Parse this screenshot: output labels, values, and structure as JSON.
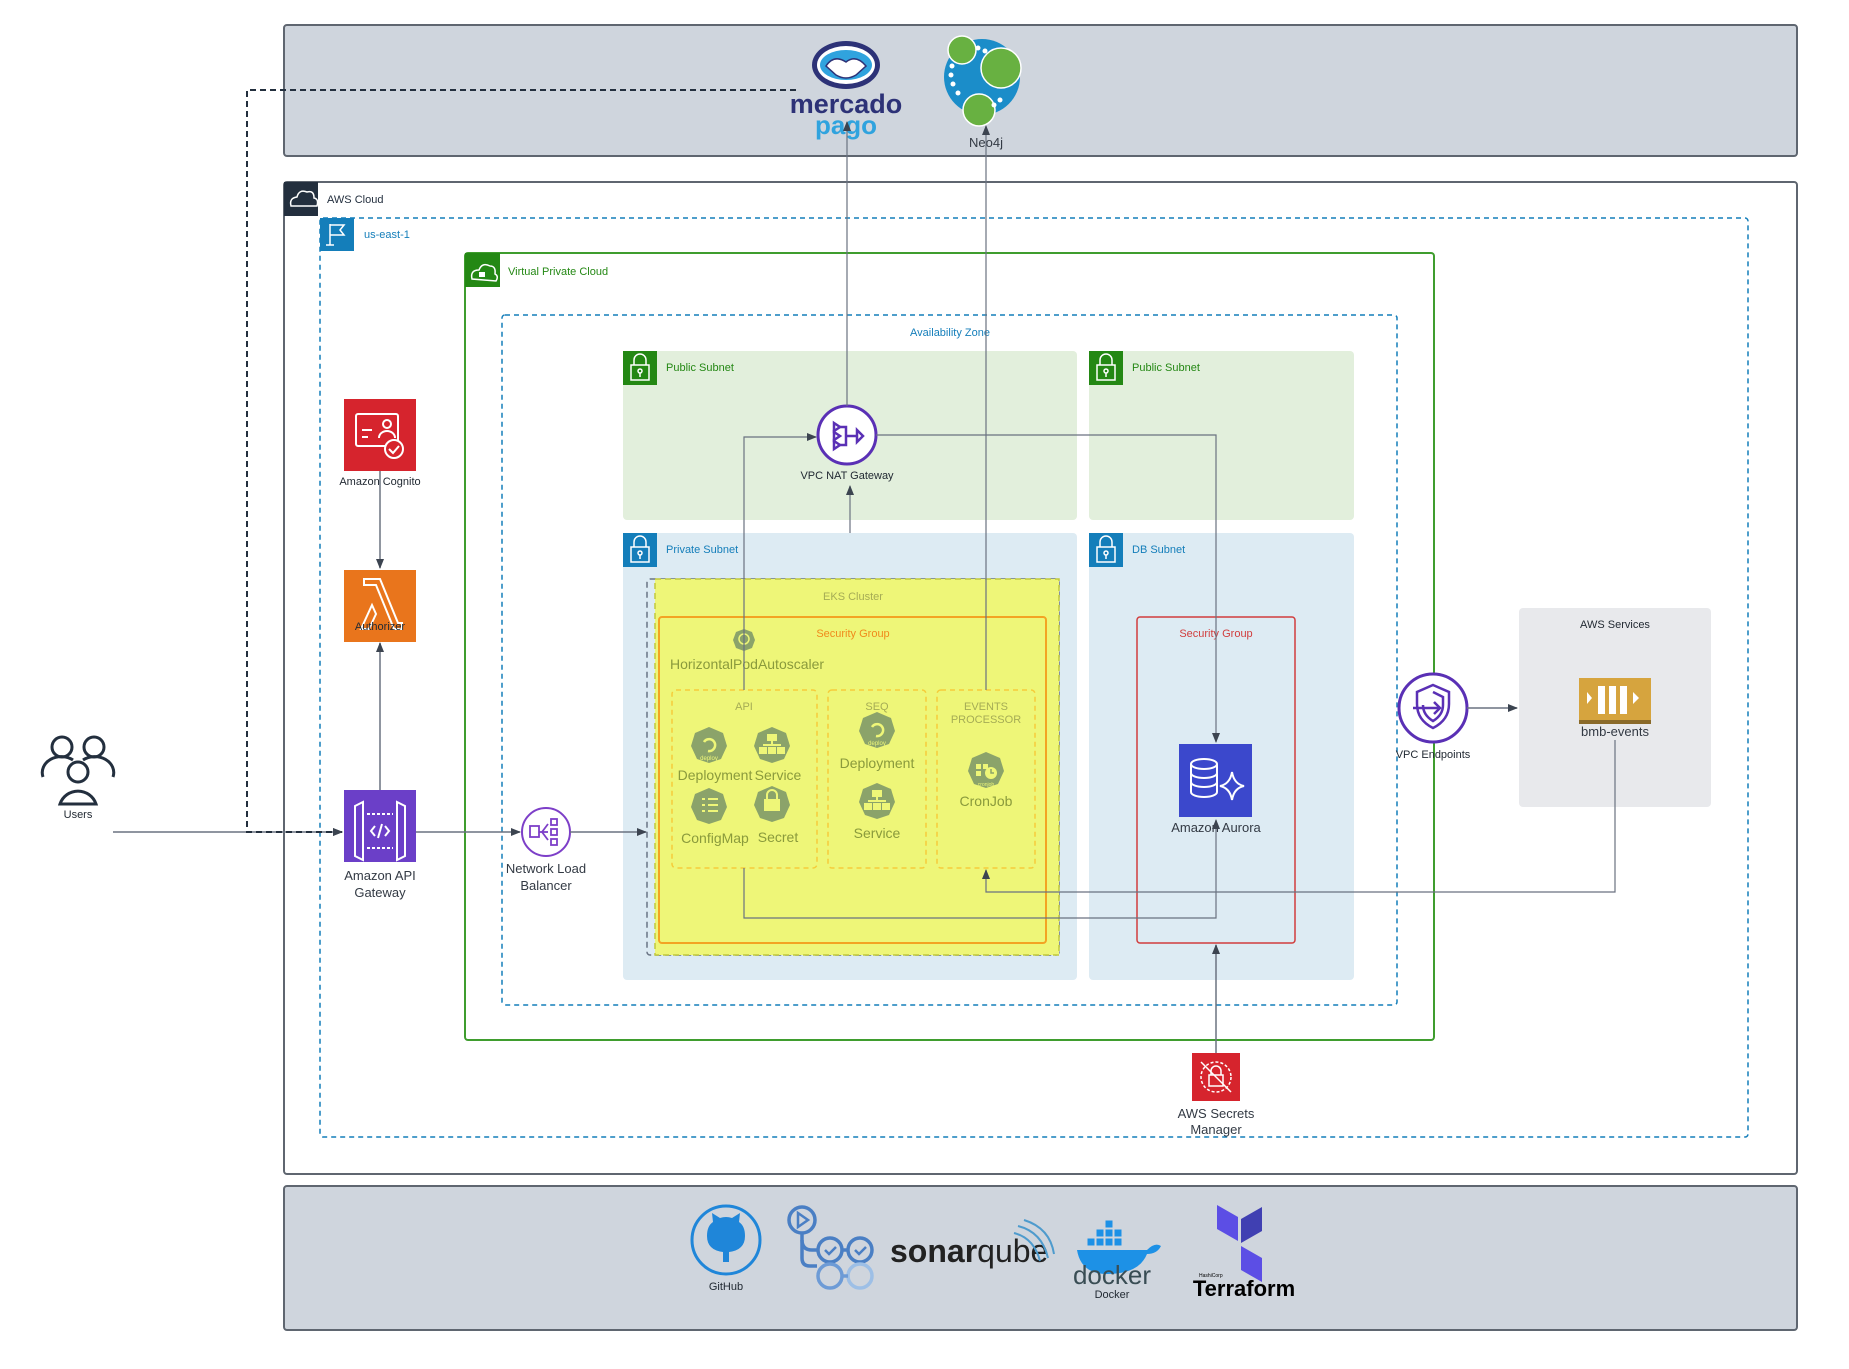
{
  "external": {
    "mercado_pago": {
      "line1": "mercado",
      "line2": "pago"
    },
    "neo4j": {
      "label": "Neo4j"
    }
  },
  "aws_cloud": {
    "label": "AWS Cloud"
  },
  "region": {
    "label": "us-east-1"
  },
  "vpc": {
    "label": "Virtual Private Cloud"
  },
  "availability_zone": {
    "label": "Availability Zone"
  },
  "subnets": {
    "public_1": "Public Subnet",
    "public_2": "Public Subnet",
    "private": "Private Subnet",
    "db": "DB Subnet"
  },
  "nat_gateway": {
    "label": "VPC NAT Gateway"
  },
  "eks": {
    "label": "EKS Cluster",
    "security_group": "Security Group",
    "hpa": "HorizontalPodAutoscaler",
    "namespaces": {
      "api": {
        "title": "API",
        "items": [
          "Deployment",
          "Service",
          "ConfigMap",
          "Secret"
        ]
      },
      "seq": {
        "title": "SEQ",
        "items": [
          "Deployment",
          "Service"
        ]
      },
      "events": {
        "title_line1": "EVENTS",
        "title_line2": "PROCESSOR",
        "items": [
          "CronJob"
        ]
      }
    },
    "icon_captions": {
      "deploy": "deploy",
      "cronjob": "cronjob",
      "hpa": "hpa"
    }
  },
  "db": {
    "security_group": "Security Group",
    "aurora": "Amazon Aurora"
  },
  "edge": {
    "users": "Users",
    "cognito": "Amazon Cognito",
    "authorizer": "Authorizer",
    "api_gateway_line1": "Amazon API",
    "api_gateway_line2": "Gateway",
    "nlb_line1": "Network Load",
    "nlb_line2": "Balancer"
  },
  "secrets_manager": {
    "line1": "AWS Secrets",
    "line2": "Manager"
  },
  "vpc_endpoints": {
    "label": "VPC Endpoints"
  },
  "aws_services": {
    "title": "AWS Services",
    "queue": "bmb-events"
  },
  "tooling": {
    "github": "GitHub",
    "sonarqube_bold": "sonar",
    "sonarqube_light": "qube",
    "docker_word": "docker",
    "docker": "Docker",
    "hashicorp": "HashiCorp",
    "terraform": "Terraform"
  },
  "colors": {
    "panel_gray": "#cfd5dd",
    "aws_dark": "#232f3e",
    "region_blue": "#147eba",
    "vpc_green": "#248814",
    "public_fill": "#e2efdc",
    "private_fill": "#ddebf3",
    "eks_yellow": "#eef678",
    "sg_orange": "#f3a323",
    "db_sg_red": "#d13d3d",
    "purple": "#5a30b5",
    "cognito_red": "#d6242d",
    "lambda_orange": "#e9751c",
    "aurora_blue": "#3b48cc",
    "sqs_gold": "#d6a43e"
  }
}
